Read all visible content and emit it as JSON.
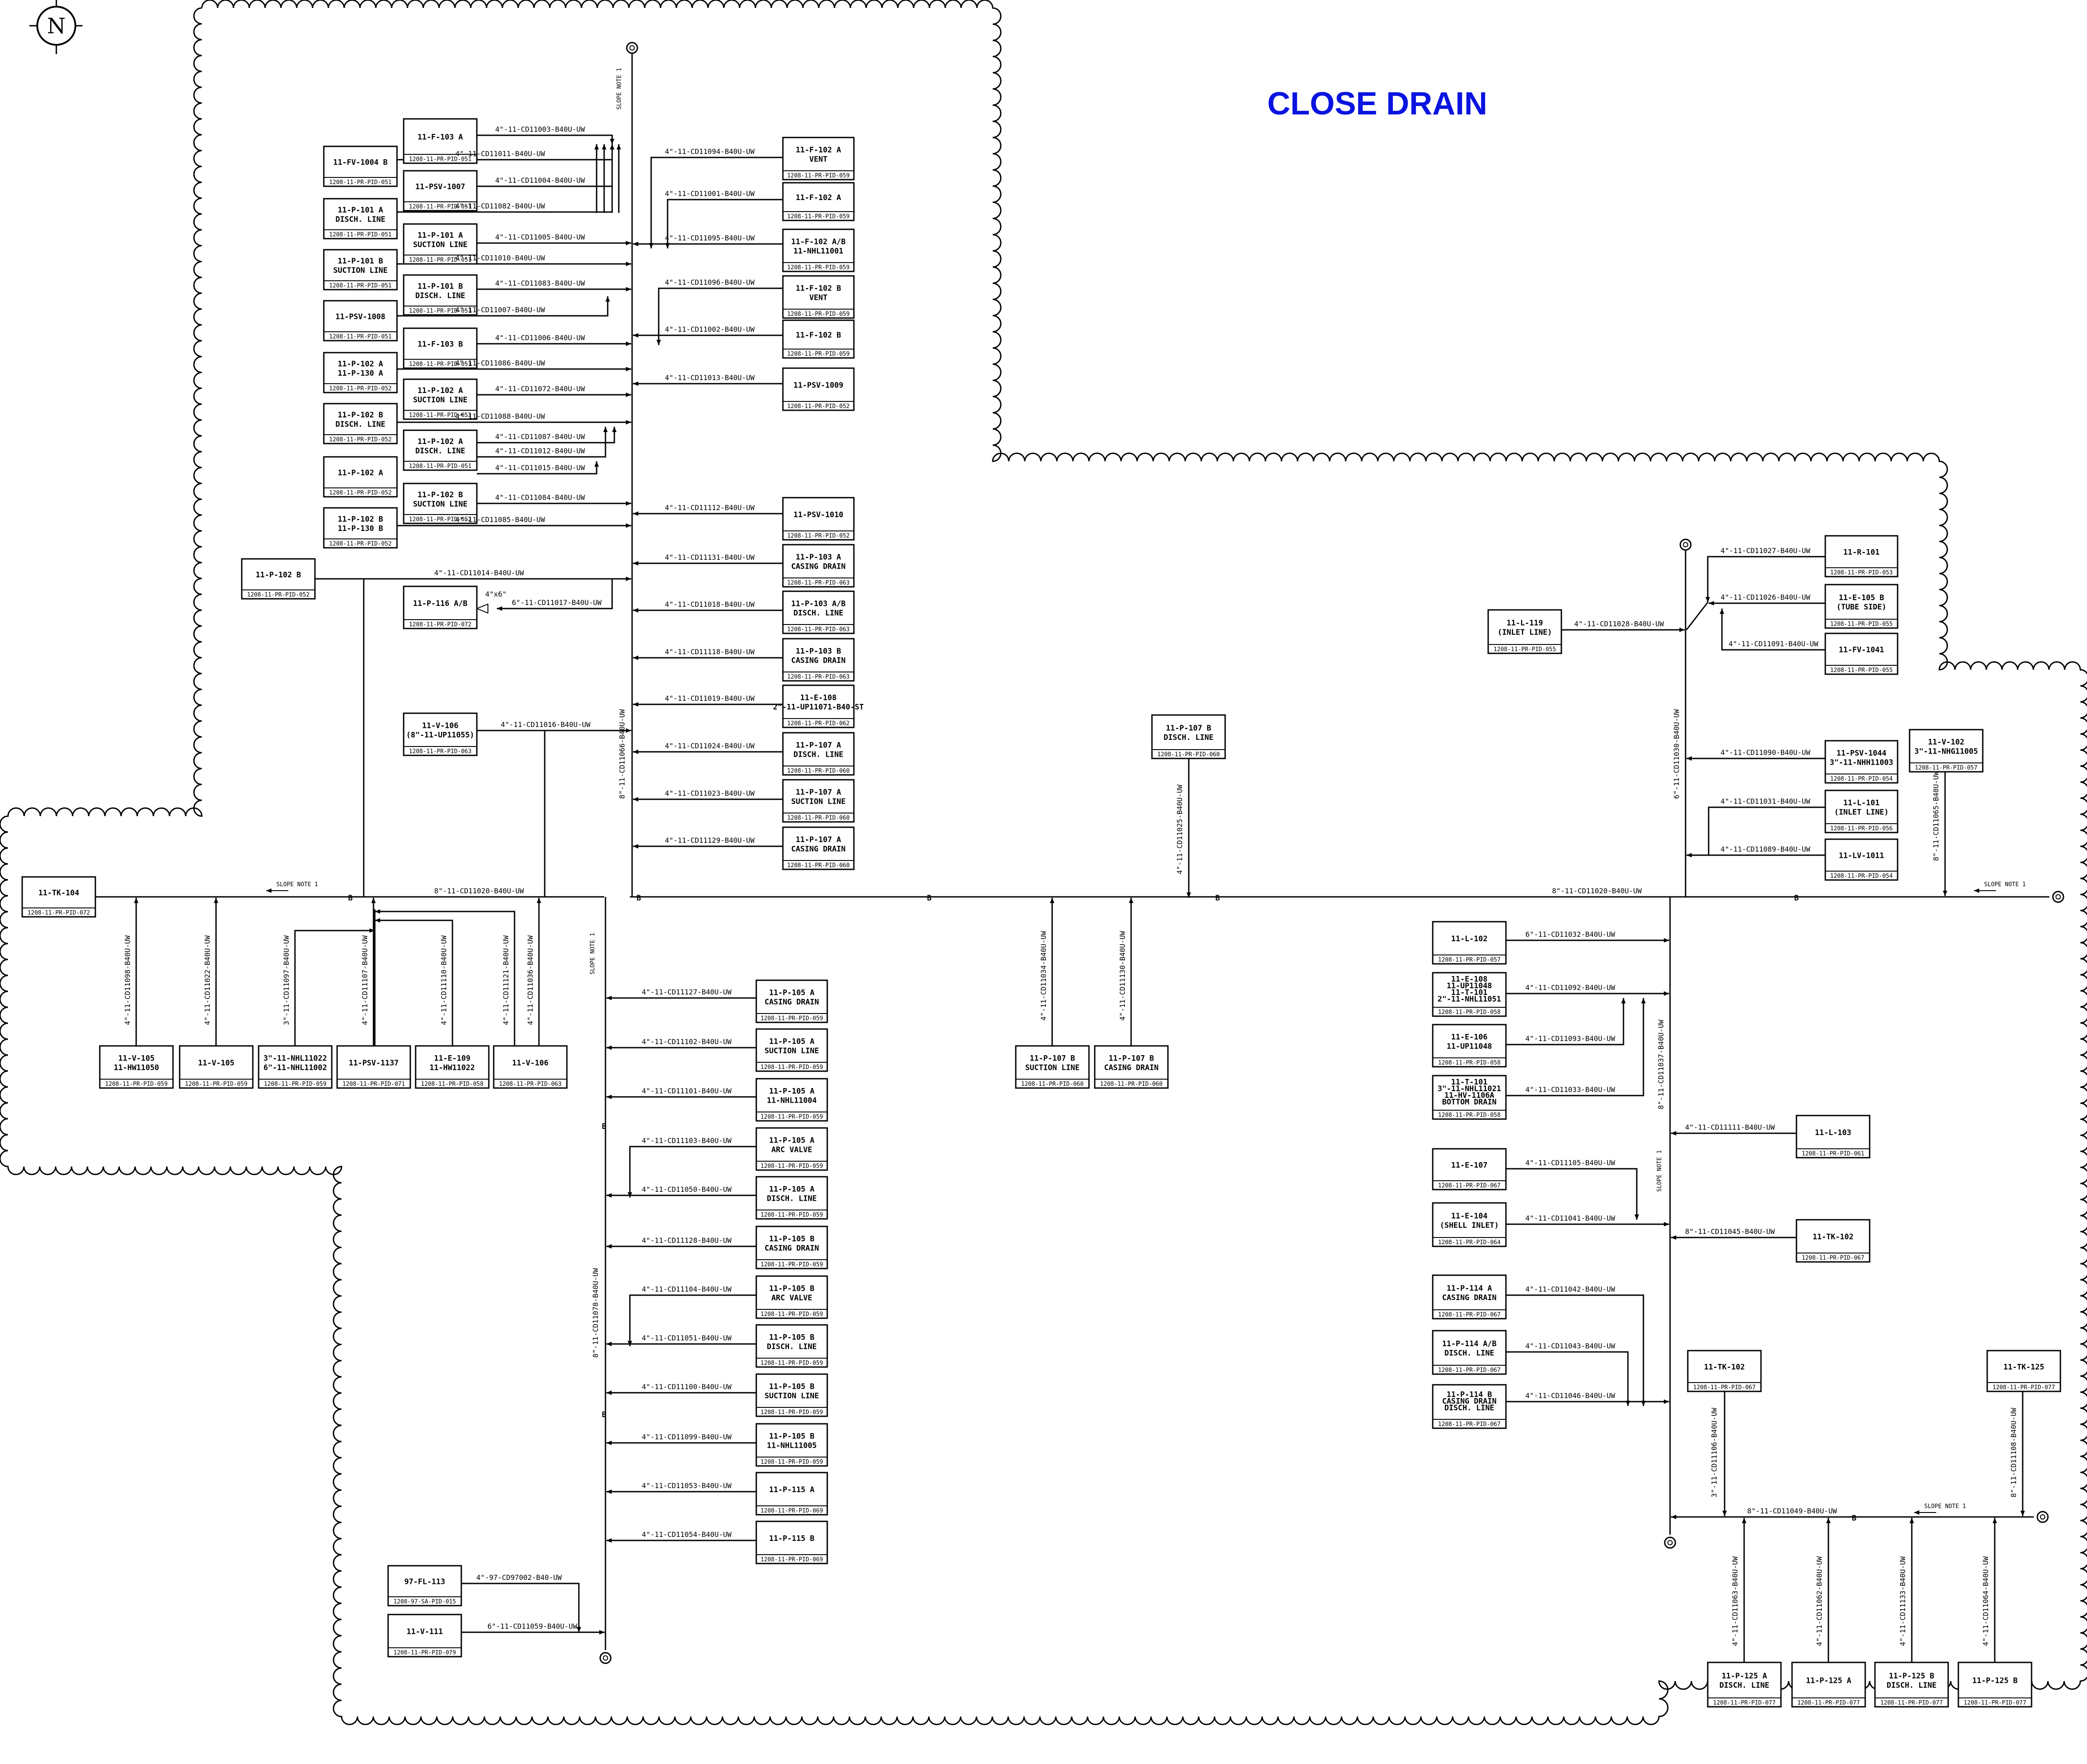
{
  "title": "CLOSE DRAIN",
  "compass": "N",
  "colors": {
    "title": "#0a14e0",
    "line": "#000000",
    "background": "#ffffff"
  },
  "notes": {
    "slope": "SLOPE",
    "note": "NOTE 1",
    "marker": "B"
  },
  "headers": {
    "west": "8\"-11-CD11020-B40U-UW",
    "east": "8\"-11-CD11020-B40U-UW",
    "mid_vertical": "8\"-11-CD11066-B40U-UW",
    "lower_vertical": "8\"-11-CD11078-B40U-UW",
    "right_vertical_top": "6\"-11-CD11030-B40U-UW",
    "right_vertical_bottom": "8\"-11-CD11037-B40U-UW",
    "right_lower_header": "8\"-11-CD11049-B40U-UW",
    "v102_riser": "8\"-11-CD11065-B40U-UW"
  },
  "equipment": [
    {
      "id": "f103a",
      "lines": [
        "11-F-103 A"
      ],
      "ref": "1208-11-PR-PID-051"
    },
    {
      "id": "psv1007",
      "lines": [
        "11-PSV-1007"
      ],
      "ref": "1208-11-PR-PID-051"
    },
    {
      "id": "fv1004b",
      "lines": [
        "11-FV-1004 B"
      ],
      "ref": "1208-11-PR-PID-051"
    },
    {
      "id": "p101a_disch",
      "lines": [
        "11-P-101 A",
        "DISCH. LINE"
      ],
      "ref": "1208-11-PR-PID-051"
    },
    {
      "id": "p101a_suct",
      "lines": [
        "11-P-101 A",
        "SUCTION LINE"
      ],
      "ref": "1208-11-PR-PID-051"
    },
    {
      "id": "p101b_suct",
      "lines": [
        "11-P-101 B",
        "SUCTION LINE"
      ],
      "ref": "1208-11-PR-PID-051"
    },
    {
      "id": "p101b_disch",
      "lines": [
        "11-P-101 B",
        "DISCH. LINE"
      ],
      "ref": "1208-11-PR-PID-051"
    },
    {
      "id": "psv1008",
      "lines": [
        "11-PSV-1008"
      ],
      "ref": "1208-11-PR-PID-051"
    },
    {
      "id": "f103b",
      "lines": [
        "11-F-103 B"
      ],
      "ref": "1208-11-PR-PID-051"
    },
    {
      "id": "p102a_p130a",
      "lines": [
        "11-P-102 A",
        "11-P-130 A"
      ],
      "ref": "1208-11-PR-PID-052"
    },
    {
      "id": "p102a_suct",
      "lines": [
        "11-P-102 A",
        "SUCTION LINE"
      ],
      "ref": "1208-11-PR-PID-052"
    },
    {
      "id": "p102b_disch",
      "lines": [
        "11-P-102 B",
        "DISCH. LINE"
      ],
      "ref": "1208-11-PR-PID-052"
    },
    {
      "id": "p102a_disch",
      "lines": [
        "11-P-102 A",
        "DISCH. LINE"
      ],
      "ref": "1208-11-PR-PID-051"
    },
    {
      "id": "p102a_b",
      "lines": [
        "11-P-102 A"
      ],
      "ref": "1208-11-PR-PID-052"
    },
    {
      "id": "p102b_suct",
      "lines": [
        "11-P-102 B",
        "SUCTION LINE"
      ],
      "ref": "1208-11-PR-PID-052"
    },
    {
      "id": "p102b_p130b",
      "lines": [
        "11-P-102 B",
        "11-P-130 B"
      ],
      "ref": "1208-11-PR-PID-052"
    },
    {
      "id": "p102b_far",
      "lines": [
        "11-P-102 B"
      ],
      "ref": "1208-11-PR-PID-052"
    },
    {
      "id": "p116ab",
      "lines": [
        "11-P-116 A/B"
      ],
      "ref": "1208-11-PR-PID-072"
    },
    {
      "id": "v106_top",
      "lines": [
        "11-V-106",
        "(8\"-11-UP11055)"
      ],
      "ref": "1208-11-PR-PID-063"
    },
    {
      "id": "f102a_vent",
      "lines": [
        "11-F-102 A",
        "VENT"
      ],
      "ref": "1208-11-PR-PID-059"
    },
    {
      "id": "f102a",
      "lines": [
        "11-F-102 A"
      ],
      "ref": "1208-11-PR-PID-059"
    },
    {
      "id": "f102ab",
      "lines": [
        "11-F-102 A/B",
        "11-NHL11001"
      ],
      "ref": "1208-11-PR-PID-059"
    },
    {
      "id": "f102b_vent",
      "lines": [
        "11-F-102 B",
        "VENT"
      ],
      "ref": "1208-11-PR-PID-059"
    },
    {
      "id": "f102b",
      "lines": [
        "11-F-102 B"
      ],
      "ref": "1208-11-PR-PID-059"
    },
    {
      "id": "psv1009",
      "lines": [
        "11-PSV-1009"
      ],
      "ref": "1208-11-PR-PID-052"
    },
    {
      "id": "psv1010",
      "lines": [
        "11-PSV-1010"
      ],
      "ref": "1208-11-PR-PID-052"
    },
    {
      "id": "p103a_cas",
      "lines": [
        "11-P-103 A",
        "CASING DRAIN"
      ],
      "ref": "1208-11-PR-PID-063"
    },
    {
      "id": "p103ab_disch",
      "lines": [
        "11-P-103 A/B",
        "DISCH. LINE"
      ],
      "ref": "1208-11-PR-PID-063"
    },
    {
      "id": "p103b_cas",
      "lines": [
        "11-P-103 B",
        "CASING DRAIN"
      ],
      "ref": "1208-11-PR-PID-063"
    },
    {
      "id": "e108",
      "lines": [
        "11-E-108",
        "2\"-11-UP11071-B40-ST"
      ],
      "ref": "1208-11-PR-PID-062"
    },
    {
      "id": "p107a_disch",
      "lines": [
        "11-P-107 A",
        "DISCH. LINE"
      ],
      "ref": "1208-11-PR-PID-060"
    },
    {
      "id": "p107a_suct",
      "lines": [
        "11-P-107 A",
        "SUCTION LINE"
      ],
      "ref": "1208-11-PR-PID-060"
    },
    {
      "id": "p107a_cas",
      "lines": [
        "11-P-107 A",
        "CASING DRAIN"
      ],
      "ref": "1208-11-PR-PID-060"
    },
    {
      "id": "tk104",
      "lines": [
        "11-TK-104"
      ],
      "ref": "1208-11-PR-PID-072"
    },
    {
      "id": "v105_hw",
      "lines": [
        "11-V-105",
        "11-HW11050"
      ],
      "ref": "1208-11-PR-PID-059"
    },
    {
      "id": "v105",
      "lines": [
        "11-V-105"
      ],
      "ref": "1208-11-PR-PID-059"
    },
    {
      "id": "nhl11022",
      "lines": [
        "3\"-11-NHL11022",
        "6\"-11-NHL11002"
      ],
      "ref": "1208-11-PR-PID-059"
    },
    {
      "id": "psv1137",
      "lines": [
        "11-PSV-1137"
      ],
      "ref": "1208-11-PR-PID-071"
    },
    {
      "id": "e109",
      "lines": [
        "11-E-109",
        "11-HW11022"
      ],
      "ref": "1208-11-PR-PID-058"
    },
    {
      "id": "v106_bot",
      "lines": [
        "11-V-106"
      ],
      "ref": "1208-11-PR-PID-063"
    },
    {
      "id": "p105a_cas",
      "lines": [
        "11-P-105 A",
        "CASING DRAIN"
      ],
      "ref": "1208-11-PR-PID-059"
    },
    {
      "id": "p105a_suct",
      "lines": [
        "11-P-105 A",
        "SUCTION LINE"
      ],
      "ref": "1208-11-PR-PID-059"
    },
    {
      "id": "p105a_nhl",
      "lines": [
        "11-P-105 A",
        "11-NHL11004"
      ],
      "ref": "1208-11-PR-PID-059"
    },
    {
      "id": "p105a_arc",
      "lines": [
        "11-P-105 A",
        "ARC VALVE"
      ],
      "ref": "1208-11-PR-PID-059"
    },
    {
      "id": "p105a_disch",
      "lines": [
        "11-P-105 A",
        "DISCH. LINE"
      ],
      "ref": "1208-11-PR-PID-059"
    },
    {
      "id": "p105b_cas",
      "lines": [
        "11-P-105 B",
        "CASING DRAIN"
      ],
      "ref": "1208-11-PR-PID-059"
    },
    {
      "id": "p105b_arc",
      "lines": [
        "11-P-105 B",
        "ARC VALVE"
      ],
      "ref": "1208-11-PR-PID-059"
    },
    {
      "id": "p105b_disch",
      "lines": [
        "11-P-105 B",
        "DISCH. LINE"
      ],
      "ref": "1208-11-PR-PID-059"
    },
    {
      "id": "p105b_suct",
      "lines": [
        "11-P-105 B",
        "SUCTION LINE"
      ],
      "ref": "1208-11-PR-PID-059"
    },
    {
      "id": "p105b_nhl",
      "lines": [
        "11-P-105 B",
        "11-NHL11005"
      ],
      "ref": "1208-11-PR-PID-059"
    },
    {
      "id": "p115a",
      "lines": [
        "11-P-115 A"
      ],
      "ref": "1208-11-PR-PID-069"
    },
    {
      "id": "p115b",
      "lines": [
        "11-P-115 B"
      ],
      "ref": "1208-11-PR-PID-069"
    },
    {
      "id": "fl113",
      "lines": [
        "97-FL-113"
      ],
      "ref": "1208-97-SA-PID-015"
    },
    {
      "id": "v111",
      "lines": [
        "11-V-111"
      ],
      "ref": "1208-11-PR-PID-079"
    },
    {
      "id": "p107b_disch",
      "lines": [
        "11-P-107 B",
        "DISCH. LINE"
      ],
      "ref": "1208-11-PR-PID-060"
    },
    {
      "id": "p107b_suct",
      "lines": [
        "11-P-107 B",
        "SUCTION LINE"
      ],
      "ref": "1208-11-PR-PID-060"
    },
    {
      "id": "p107b_cas",
      "lines": [
        "11-P-107 B",
        "CASING DRAIN"
      ],
      "ref": "1208-11-PR-PID-060"
    },
    {
      "id": "r101",
      "lines": [
        "11-R-101"
      ],
      "ref": "1208-11-PR-PID-053"
    },
    {
      "id": "e105b",
      "lines": [
        "11-E-105 B",
        "(TUBE SIDE)"
      ],
      "ref": "1208-11-PR-PID-055"
    },
    {
      "id": "fv1041",
      "lines": [
        "11-FV-1041"
      ],
      "ref": "1208-11-PR-PID-055"
    },
    {
      "id": "l119",
      "lines": [
        "11-L-119",
        "(INLET LINE)"
      ],
      "ref": "1208-11-PR-PID-055"
    },
    {
      "id": "psv1044",
      "lines": [
        "11-PSV-1044",
        "3\"-11-NHH11003"
      ],
      "ref": "1208-11-PR-PID-054"
    },
    {
      "id": "v102",
      "lines": [
        "11-V-102",
        "3\"-11-NHG11005"
      ],
      "ref": "1208-11-PR-PID-057"
    },
    {
      "id": "l101",
      "lines": [
        "11-L-101",
        "(INLET LINE)"
      ],
      "ref": "1208-11-PR-PID-056"
    },
    {
      "id": "lv1011",
      "lines": [
        "11-LV-1011"
      ],
      "ref": "1208-11-PR-PID-054"
    },
    {
      "id": "l102",
      "lines": [
        "11-L-102"
      ],
      "ref": "1208-11-PR-PID-057"
    },
    {
      "id": "e108_multi",
      "lines": [
        "11-E-108",
        "11-UP11048",
        "11-T-101",
        "2\"-11-NHL11051"
      ],
      "ref": "1208-11-PR-PID-058"
    },
    {
      "id": "e106",
      "lines": [
        "11-E-106",
        "11-UP11048"
      ],
      "ref": "1208-11-PR-PID-058"
    },
    {
      "id": "t101",
      "lines": [
        "11-T-101",
        "3\"-11-NHL11021",
        "11-HV-1106A",
        "BOTTOM DRAIN"
      ],
      "ref": "1208-11-PR-PID-058"
    },
    {
      "id": "l103",
      "lines": [
        "11-L-103"
      ],
      "ref": "1208-11-PR-PID-061"
    },
    {
      "id": "e107",
      "lines": [
        "11-E-107"
      ],
      "ref": "1208-11-PR-PID-067"
    },
    {
      "id": "e104",
      "lines": [
        "11-E-104",
        "(SHELL INLET)"
      ],
      "ref": "1208-11-PR-PID-064"
    },
    {
      "id": "tk102_a",
      "lines": [
        "11-TK-102"
      ],
      "ref": "1208-11-PR-PID-067"
    },
    {
      "id": "p114a",
      "lines": [
        "11-P-114 A",
        "CASING DRAIN"
      ],
      "ref": "1208-11-PR-PID-067"
    },
    {
      "id": "p114ab",
      "lines": [
        "11-P-114 A/B",
        "DISCH. LINE"
      ],
      "ref": "1208-11-PR-PID-067"
    },
    {
      "id": "p114b",
      "lines": [
        "11-P-114 B",
        "CASING DRAIN",
        "DISCH. LINE"
      ],
      "ref": "1208-11-PR-PID-067"
    },
    {
      "id": "tk102_b",
      "lines": [
        "11-TK-102"
      ],
      "ref": "1208-11-PR-PID-067"
    },
    {
      "id": "tk125",
      "lines": [
        "11-TK-125"
      ],
      "ref": "1208-11-PR-PID-077"
    },
    {
      "id": "p125a_disch",
      "lines": [
        "11-P-125 A",
        "DISCH. LINE"
      ],
      "ref": "1208-11-PR-PID-077"
    },
    {
      "id": "p125a",
      "lines": [
        "11-P-125 A"
      ],
      "ref": "1208-11-PR-PID-077"
    },
    {
      "id": "p125b_disch",
      "lines": [
        "11-P-125 B",
        "DISCH. LINE"
      ],
      "ref": "1208-11-PR-PID-077"
    },
    {
      "id": "p125b",
      "lines": [
        "11-P-125 B"
      ],
      "ref": "1208-11-PR-PID-077"
    }
  ],
  "line_labels": [
    "4\"-11-CD11003-B40U-UW",
    "4\"-11-CD11011-B40U-UW",
    "4\"-11-CD11004-B40U-UW",
    "4\"-11-CD11082-B40U-UW",
    "4\"-11-CD11005-B40U-UW",
    "4\"-11-CD11010-B40U-UW",
    "4\"-11-CD11083-B40U-UW",
    "4\"-11-CD11007-B40U-UW",
    "4\"-11-CD11006-B40U-UW",
    "4\"-11-CD11086-B40U-UW",
    "4\"-11-CD11072-B40U-UW",
    "4\"-11-CD11088-B40U-UW",
    "4\"-11-CD11087-B40U-UW",
    "4\"-11-CD11012-B40U-UW",
    "4\"-11-CD11015-B40U-UW",
    "4\"-11-CD11084-B40U-UW",
    "4\"-11-CD11085-B40U-UW",
    "4\"-11-CD11014-B40U-UW",
    "6\"-11-CD11017-B40U-UW",
    "4\"x6\"",
    "4\"-11-CD11016-B40U-UW",
    "4\"-11-CD11094-B40U-UW",
    "4\"-11-CD11001-B40U-UW",
    "4\"-11-CD11095-B40U-UW",
    "4\"-11-CD11096-B40U-UW",
    "4\"-11-CD11002-B40U-UW",
    "4\"-11-CD11013-B40U-UW",
    "4\"-11-CD11112-B40U-UW",
    "4\"-11-CD11131-B40U-UW",
    "4\"-11-CD11018-B40U-UW",
    "4\"-11-CD11118-B40U-UW",
    "4\"-11-CD11019-B40U-UW",
    "4\"-11-CD11024-B40U-UW",
    "4\"-11-CD11023-B40U-UW",
    "4\"-11-CD11129-B40U-UW",
    "4\"-11-CD11098-B40U-UW",
    "4\"-11-CD11022-B40U-UW",
    "3\"-11-CD11097-B40U-UW",
    "4\"-11-CD11107-B40U-UW",
    "4\"-11-CD11110-B40U-UW",
    "4\"-11-CD11121-B40U-UW",
    "4\"-11-CD11036-B40U-UW",
    "4\"-11-CD11127-B40U-UW",
    "4\"-11-CD11102-B40U-UW",
    "4\"-11-CD11101-B40U-UW",
    "4\"-11-CD11103-B40U-UW",
    "4\"-11-CD11050-B40U-UW",
    "4\"-11-CD11128-B40U-UW",
    "4\"-11-CD11104-B40U-UW",
    "4\"-11-CD11051-B40U-UW",
    "4\"-11-CD11100-B40U-UW",
    "4\"-11-CD11099-B40U-UW",
    "4\"-11-CD11053-B40U-UW",
    "4\"-11-CD11054-B40U-UW",
    "4\"-97-CD97002-B40-UW",
    "6\"-11-CD11059-B40U-UW",
    "4\"-11-CD11025-B40U-UW",
    "4\"-11-CD11034-B40U-UW",
    "4\"-11-CD11130-B40U-UW",
    "4\"-11-CD11027-B40U-UW",
    "4\"-11-CD11026-B40U-UW",
    "4\"-11-CD11091-B40U-UW",
    "4\"-11-CD11028-B40U-UW",
    "4\"-11-CD11090-B40U-UW",
    "4\"-11-CD11031-B40U-UW",
    "4\"-11-CD11089-B40U-UW",
    "6\"-11-CD11032-B40U-UW",
    "4\"-11-CD11092-B40U-UW",
    "4\"-11-CD11093-B40U-UW",
    "4\"-11-CD11033-B40U-UW",
    "4\"-11-CD11111-B40U-UW",
    "4\"-11-CD11105-B40U-UW",
    "4\"-11-CD11041-B40U-UW",
    "8\"-11-CD11045-B40U-UW",
    "4\"-11-CD11042-B40U-UW",
    "4\"-11-CD11043-B40U-UW",
    "4\"-11-CD11046-B40U-UW",
    "3\"-11-CD11106-B40U-UW",
    "8\"-11-CD11108-B40U-UW",
    "4\"-11-CD11063-B40U-UW",
    "4\"-11-CD11062-B40U-UW",
    "4\"-11-CD11133-B40U-UW",
    "4\"-11-CD11064-B40U-UW"
  ]
}
